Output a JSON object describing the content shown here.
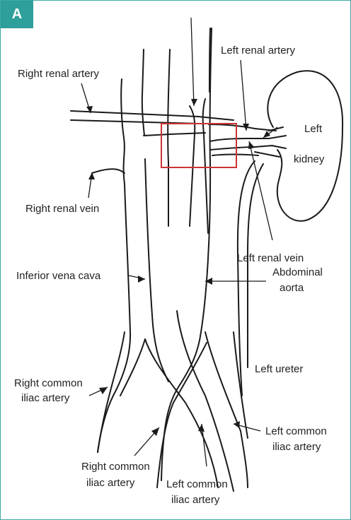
{
  "panel": {
    "label": "A"
  },
  "labels": {
    "right_renal_artery": "Right renal artery",
    "left_renal_artery": "Left renal artery",
    "left_kidney_line1": "Left",
    "left_kidney_line2": "kidney",
    "right_renal_vein": "Right renal vein",
    "left_renal_vein": "Left renal vein",
    "inferior_vena_cava": "Inferior vena cava",
    "abdominal_aorta_line1": "Abdominal",
    "abdominal_aorta_line2": "aorta",
    "left_ureter": "Left ureter",
    "right_common_iliac_artery_1_line1": "Right common",
    "right_common_iliac_artery_1_line2": "iliac artery",
    "left_common_iliac_artery_1_line1": "Left common",
    "left_common_iliac_artery_1_line2": "iliac artery",
    "right_common_iliac_artery_2_line1": "Right common",
    "right_common_iliac_artery_2_line2": "iliac artery",
    "left_common_iliac_artery_2_line1": "Left common",
    "left_common_iliac_artery_2_line2": "iliac artery"
  },
  "colors": {
    "frame_border": "#3fa9a5",
    "badge": "#2e9f9a",
    "highlight_box": "#cc3333",
    "line": "#1a1a1a"
  }
}
